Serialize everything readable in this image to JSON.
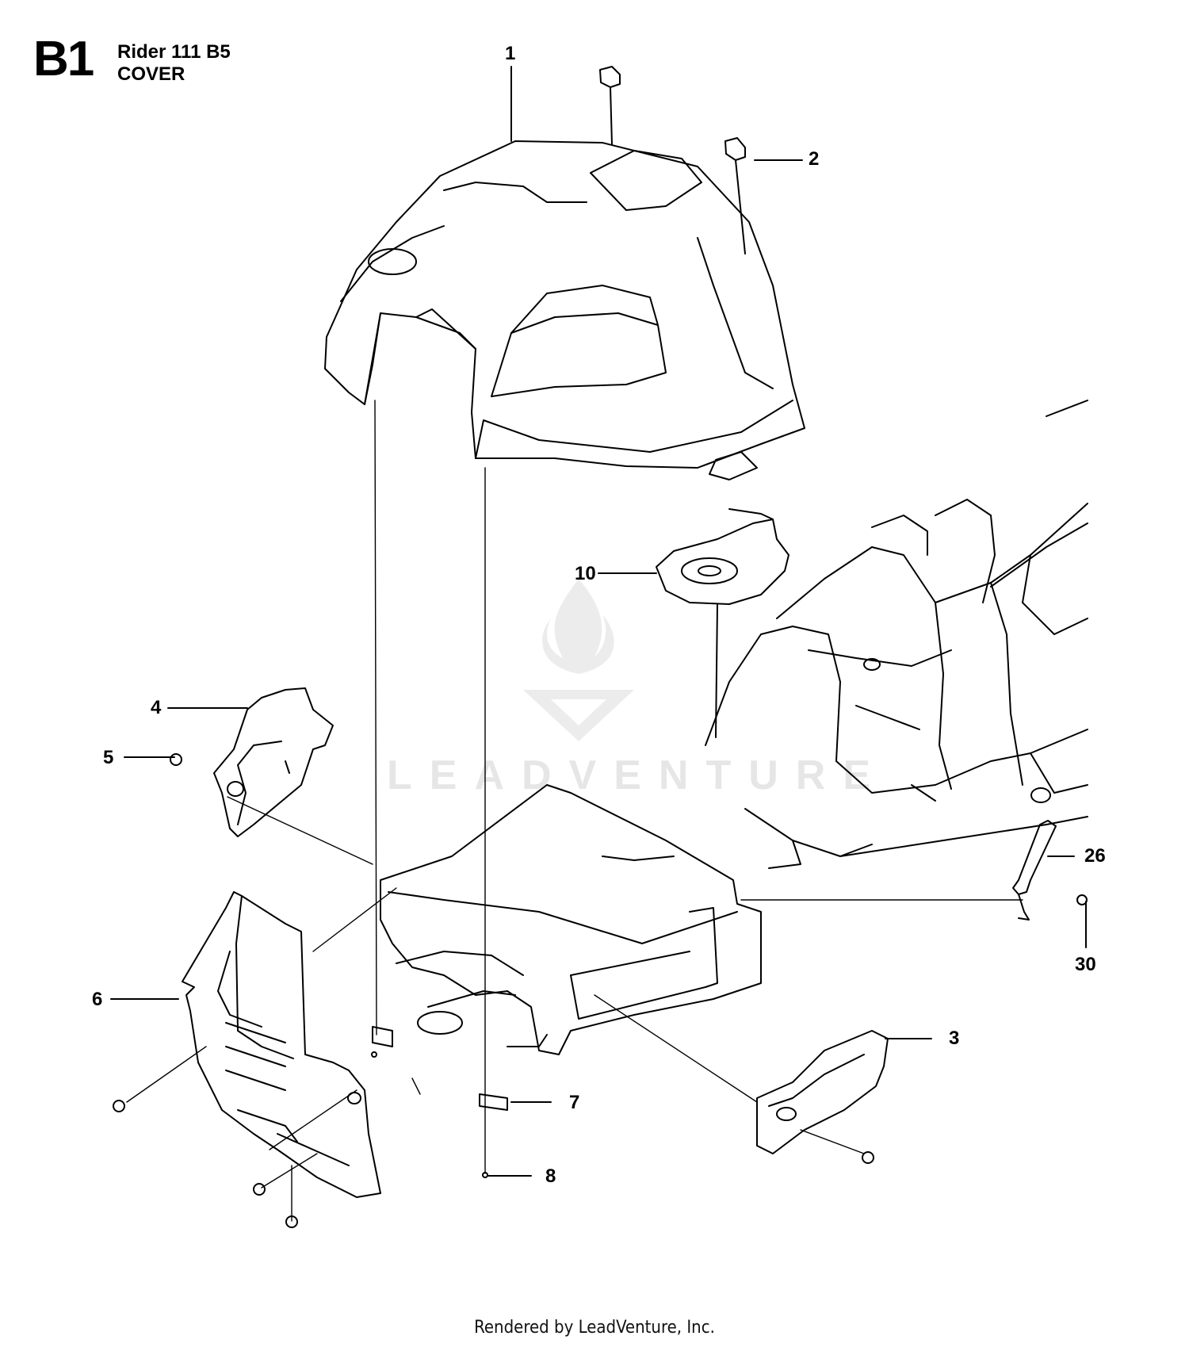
{
  "header": {
    "section_code": "B1",
    "model": "Rider 111 B5",
    "title": "COVER"
  },
  "callouts": [
    {
      "id": "1",
      "label": "1"
    },
    {
      "id": "2",
      "label": "2"
    },
    {
      "id": "3",
      "label": "3"
    },
    {
      "id": "4",
      "label": "4"
    },
    {
      "id": "5",
      "label": "5"
    },
    {
      "id": "6",
      "label": "6"
    },
    {
      "id": "7",
      "label": "7"
    },
    {
      "id": "8",
      "label": "8"
    },
    {
      "id": "10",
      "label": "10"
    },
    {
      "id": "26",
      "label": "26"
    },
    {
      "id": "30",
      "label": "30"
    }
  ],
  "watermark": {
    "text": "LEADVENTURE"
  },
  "footer": {
    "credit": "Rendered by LeadVenture, Inc."
  },
  "colors": {
    "line": "#000000",
    "watermark": "#e6e6e6"
  }
}
